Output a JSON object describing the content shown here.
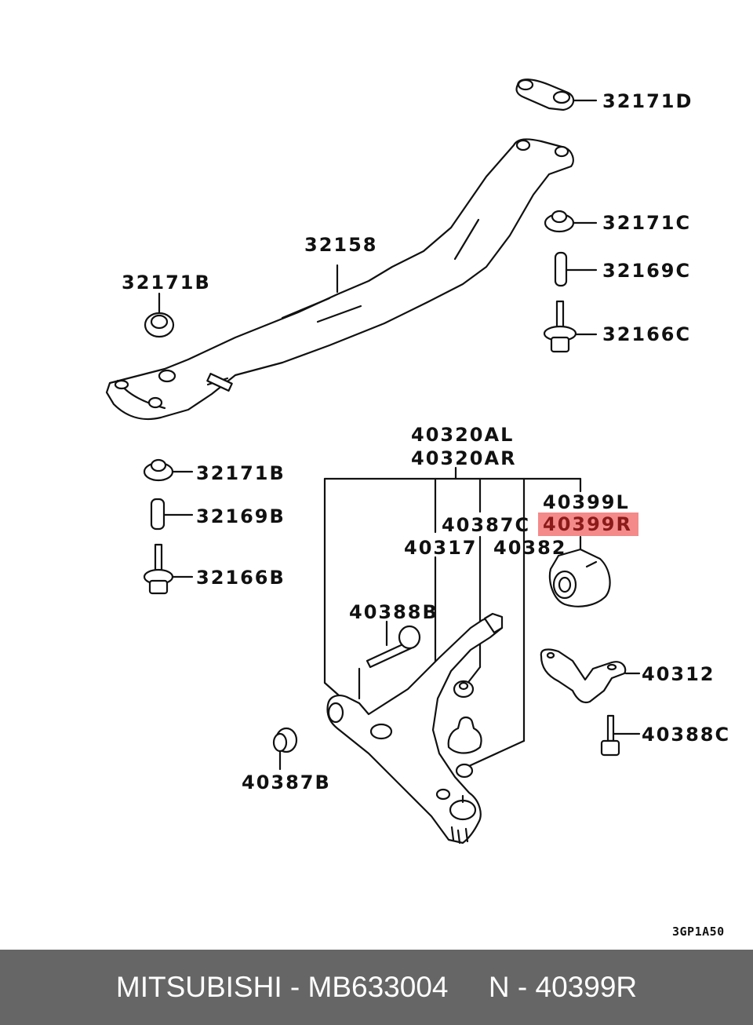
{
  "diagram": {
    "labels": {
      "p32171D": "32171D",
      "p32171C": "32171C",
      "p32169C": "32169C",
      "p32166C": "32166C",
      "p32158": "32158",
      "p32171B_top": "32171B",
      "p32171B": "32171B",
      "p32169B": "32169B",
      "p32166B": "32166B",
      "p40320AL": "40320AL",
      "p40320AR": "40320AR",
      "p40399L": "40399L",
      "p40399R": "40399R",
      "p40387C": "40387C",
      "p40317": "40317",
      "p40382": "40382",
      "p40388B": "40388B",
      "p40312": "40312",
      "p40388C": "40388C",
      "p40387B": "40387B"
    },
    "highlight_color": "#f48a8a",
    "diagram_code": "3GP1A50"
  },
  "footer": {
    "brand": "MITSUBISHI",
    "separator": " - ",
    "part_number": "MB633004",
    "ref_prefix": "N",
    "ref_number": "40399R",
    "background": "#666666"
  }
}
